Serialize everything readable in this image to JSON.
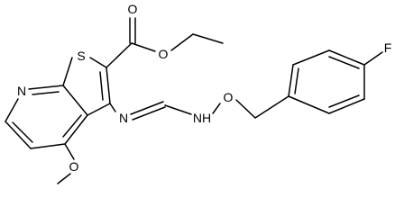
{
  "diagram": {
    "type": "chemical-structure",
    "atom_labels": {
      "sulfur": "S",
      "ester_carbonyl_oxygen": "O",
      "ester_ether_oxygen": "O",
      "pyridine_nitrogen": "N",
      "imine_nitrogen": "N",
      "amine": "NH",
      "hydroxylamine_oxygen": "O",
      "methoxy_oxygen": "O",
      "fluorine": "F"
    }
  }
}
